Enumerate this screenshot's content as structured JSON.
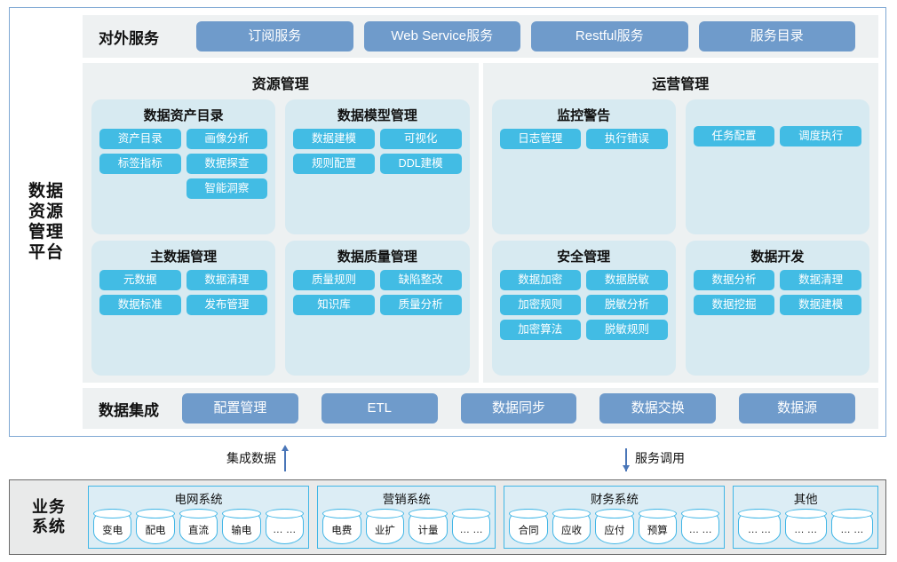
{
  "platform": {
    "label": "数据资源管理平台",
    "external_services": {
      "title": "对外服务",
      "buttons": [
        "订阅服务",
        "Web Service服务",
        "Restful服务",
        "服务目录"
      ]
    },
    "panels": [
      {
        "title": "资源管理",
        "rows": [
          [
            {
              "title": "数据资产目录",
              "col1": [
                "资产目录",
                "标签指标"
              ],
              "col2": [
                "画像分析",
                "数据探查",
                "智能洞察"
              ]
            },
            {
              "title": "数据模型管理",
              "col1": [
                "数据建模",
                "规则配置"
              ],
              "col2": [
                "可视化",
                "DDL建模"
              ]
            }
          ],
          [
            {
              "title": "主数据管理",
              "col1": [
                "元数据",
                "数据标准"
              ],
              "col2": [
                "数据清理",
                "发布管理"
              ]
            },
            {
              "title": "数据质量管理",
              "col1": [
                "质量规则",
                "知识库"
              ],
              "col2": [
                "缺陷整改",
                "质量分析"
              ]
            }
          ]
        ]
      },
      {
        "title": "运营管理",
        "rows": [
          [
            {
              "title": "监控警告",
              "col1": [
                "日志管理"
              ],
              "col2": [
                "执行错误"
              ]
            },
            {
              "title": "",
              "col1": [
                "任务配置"
              ],
              "col2": [
                "调度执行"
              ]
            }
          ],
          [
            {
              "title": "安全管理",
              "col1": [
                "数据加密",
                "加密规则",
                "加密算法"
              ],
              "col2": [
                "数据脱敏",
                "脱敏分析",
                "脱敏规则"
              ]
            },
            {
              "title": "数据开发",
              "col1": [
                "数据分析",
                "数据挖掘"
              ],
              "col2": [
                "数据清理",
                "数据建模"
              ]
            }
          ]
        ]
      }
    ],
    "integration": {
      "title": "数据集成",
      "buttons": [
        "配置管理",
        "ETL",
        "数据同步",
        "数据交换",
        "数据源"
      ]
    }
  },
  "connectors": [
    {
      "label": "集成数据",
      "direction": "up"
    },
    {
      "label": "服务调用",
      "direction": "down"
    }
  ],
  "business": {
    "label": "业务系统",
    "groups": [
      {
        "title": "电网系统",
        "items": [
          "变电",
          "配电",
          "直流",
          "输电",
          "… …"
        ]
      },
      {
        "title": "营销系统",
        "items": [
          "电费",
          "业扩",
          "计量",
          "… …"
        ]
      },
      {
        "title": "财务系统",
        "items": [
          "合同",
          "应收",
          "应付",
          "预算",
          "… …"
        ]
      },
      {
        "title": "其他",
        "items": [
          "… …",
          "… …",
          "… …"
        ]
      }
    ]
  },
  "colors": {
    "chip": "#42bce4",
    "service_button": "#6f9bcb",
    "card": "#d7eaf1",
    "panel": "#edf1f2",
    "strip": "#eef1f2",
    "platform_border": "#7fa8d4",
    "business_border": "#6b6b6b",
    "cylinder_border": "#41b6e6",
    "arrow": "#4a76b8"
  }
}
